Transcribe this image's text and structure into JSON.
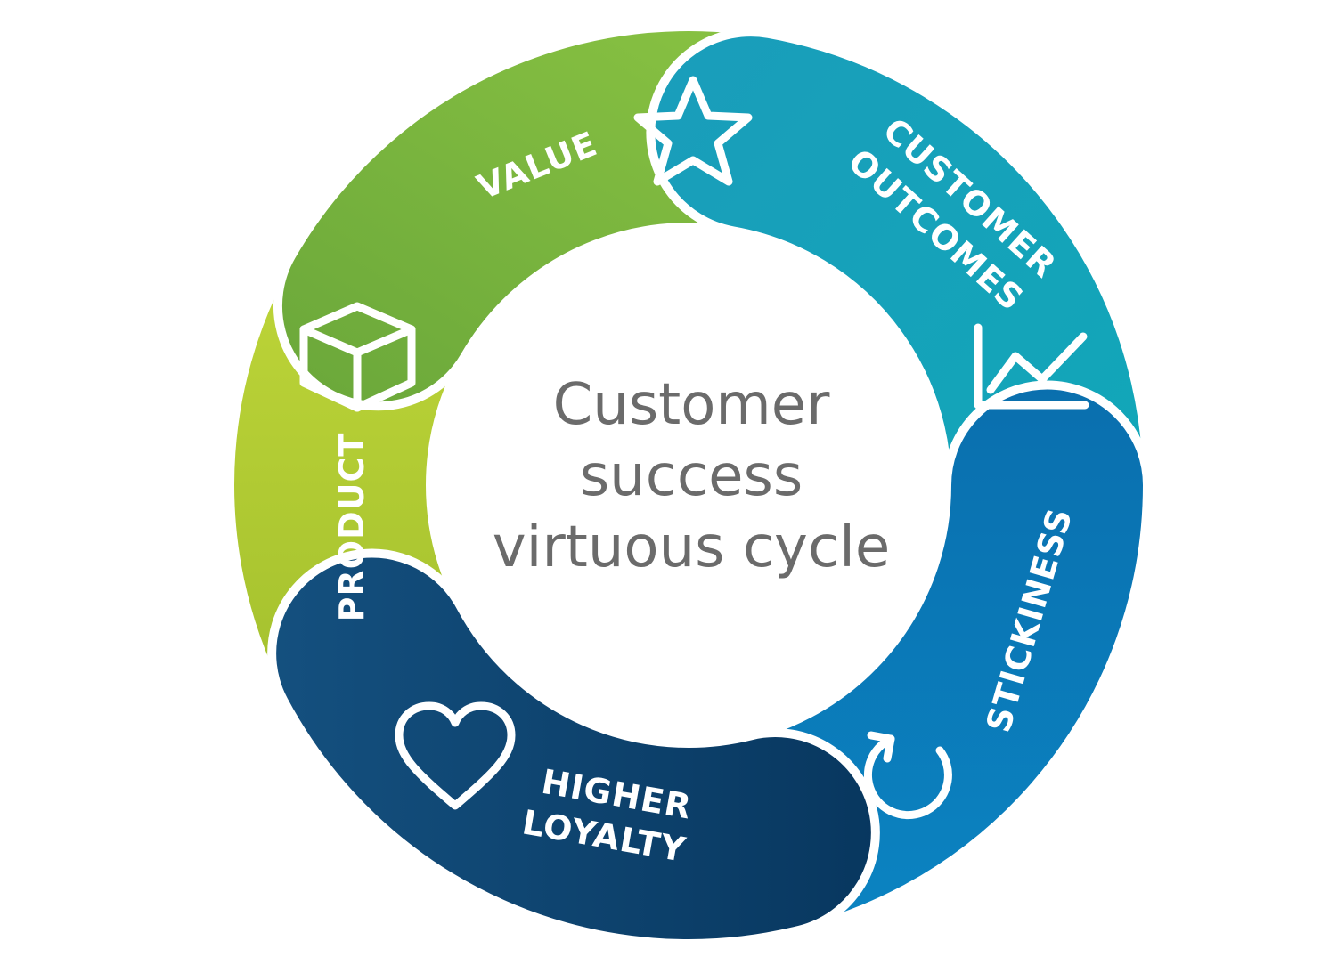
{
  "diagram": {
    "center": {
      "lines": [
        "Customer",
        "success",
        "virtuous cycle"
      ]
    },
    "segments": [
      {
        "id": "value",
        "lines": [
          "VALUE"
        ],
        "icon": "star-icon",
        "color": "#7dbb3f"
      },
      {
        "id": "customer-outcomes",
        "lines": [
          "CUSTOMER",
          "OUTCOMES"
        ],
        "icon": "line-chart-icon",
        "color": "#1a9fb5"
      },
      {
        "id": "stickiness",
        "lines": [
          "STICKINESS"
        ],
        "icon": "refresh-icon",
        "color": "#0a74b0"
      },
      {
        "id": "higher-loyalty",
        "lines": [
          "HIGHER",
          "LOYALTY"
        ],
        "icon": "heart-icon",
        "color": "#0f4c7a"
      },
      {
        "id": "product",
        "lines": [
          "PRODUCT"
        ],
        "icon": "box-icon",
        "color": "#b4d033"
      }
    ]
  }
}
